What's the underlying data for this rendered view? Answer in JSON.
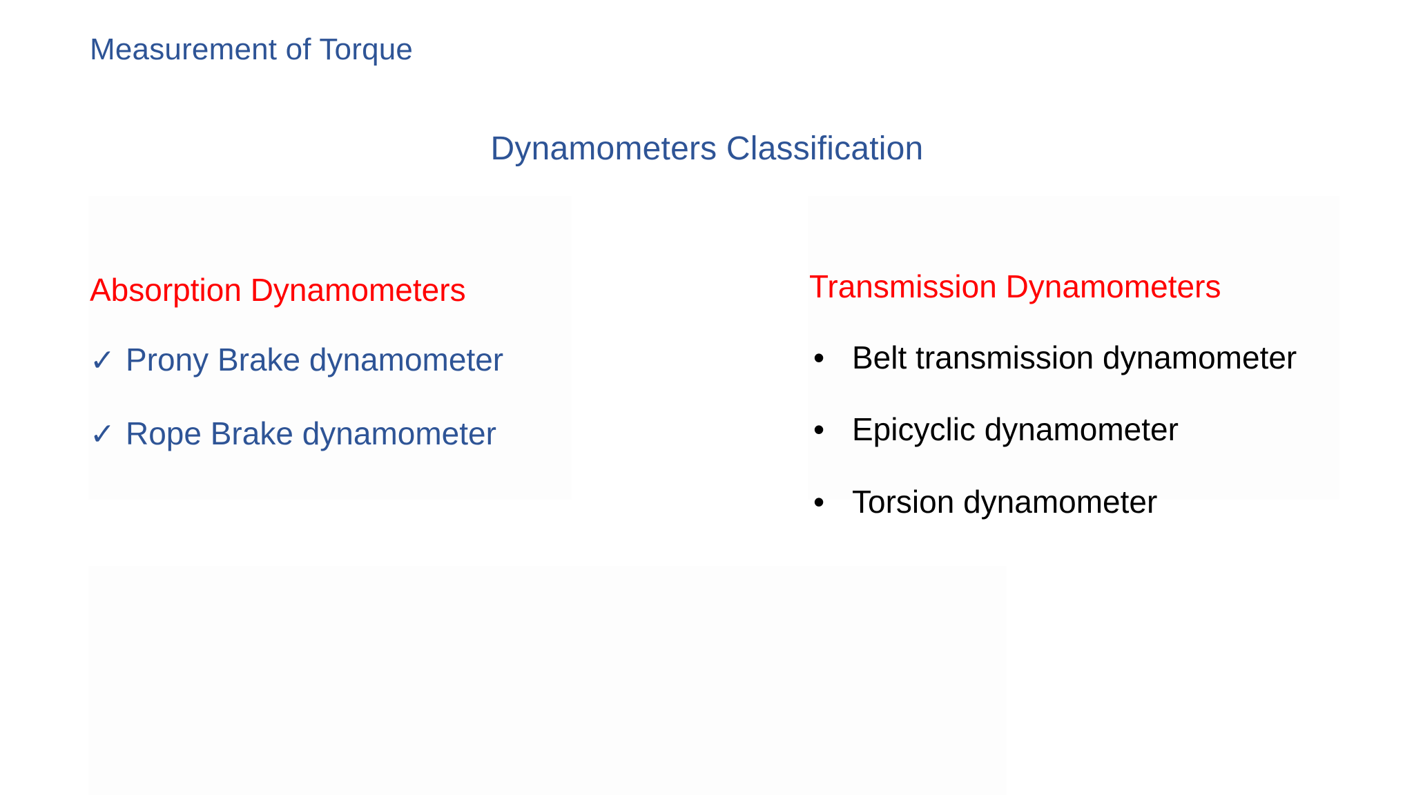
{
  "slide": {
    "title": "Measurement of Torque",
    "subtitle": "Dynamometers Classification",
    "title_color": "#2e5496",
    "heading_color": "#ff0000",
    "body_color": "#000000",
    "background_color": "#ffffff"
  },
  "columns": {
    "left": {
      "heading": "Absorption Dynamometers",
      "marker_icon": "check-icon",
      "marker_glyph": "✓",
      "items": [
        {
          "label": "Prony Brake dynamometer"
        },
        {
          "label": "Rope Brake dynamometer"
        }
      ]
    },
    "right": {
      "heading": "Transmission Dynamometers",
      "marker_icon": "bullet-dot-icon",
      "marker_glyph": "•",
      "items": [
        {
          "label": "Belt transmission dynamometer"
        },
        {
          "label": "Epicyclic dynamometer"
        },
        {
          "label": "Torsion dynamometer"
        }
      ]
    }
  }
}
